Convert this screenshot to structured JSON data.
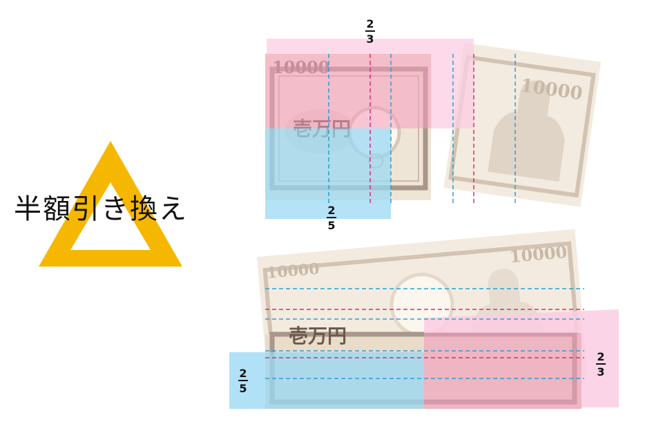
{
  "title": "半額引き換え",
  "banknote": {
    "denomination": "10000",
    "kanji": "壱万円"
  },
  "fractions": {
    "two_thirds": {
      "numerator": "2",
      "denominator": "3"
    },
    "two_fifths": {
      "numerator": "2",
      "denominator": "5"
    }
  },
  "colors": {
    "triangle": "#f5b700",
    "two_thirds_overlay": "#fbcde3",
    "two_fifths_overlay": "#9bd8f3",
    "magenta_dash": "#e0287a",
    "cyan_dash": "#2a9fd0",
    "note_base": "#efe5d6",
    "note_border": "#b8a695"
  }
}
